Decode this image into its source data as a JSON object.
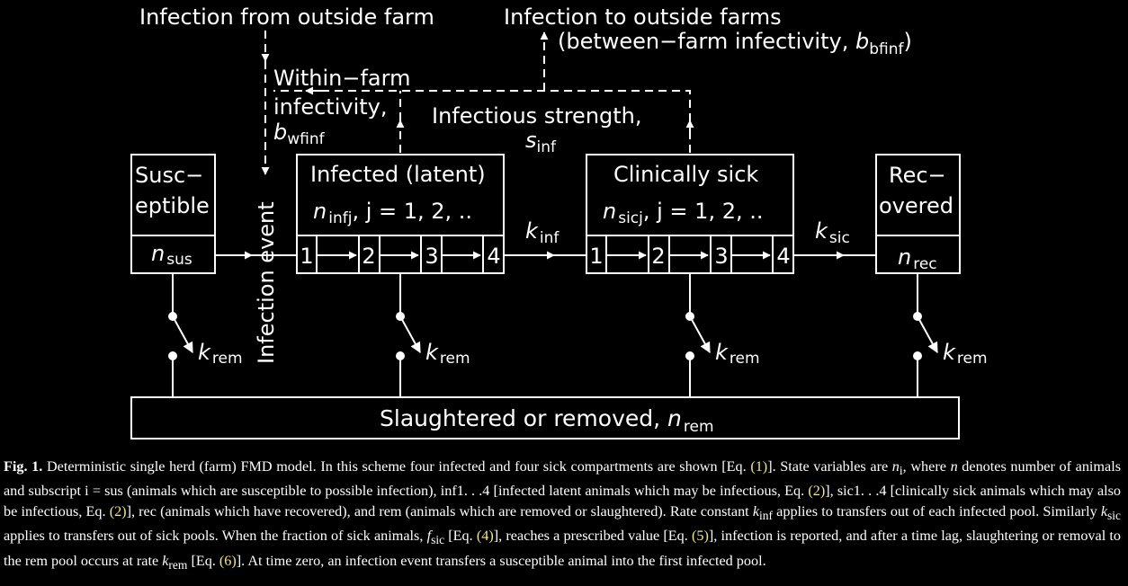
{
  "diagram": {
    "infection_from_outside": "Infection from outside farm",
    "infection_to_outside": "Infection to outside farms",
    "between_farm_prefix": "(between−farm infectivity, ",
    "between_farm_b": "b",
    "between_farm_sub": "bfinf",
    "between_farm_suffix": ")",
    "within_farm_line1": "Within−farm",
    "within_farm_line2": "infectivity,",
    "within_farm_b": "b",
    "within_farm_sub": "wfinf",
    "infectious_strength": "Infectious strength,",
    "s_inf_main": "s",
    "s_inf_sub": "inf",
    "susceptible": {
      "line1": "Susc−",
      "line2": "eptible",
      "var": "n",
      "var_sub": "sus"
    },
    "infected": {
      "title": "Infected (latent)",
      "var": "n",
      "var_sub": "infj",
      "index_text": ", j = 1, 2, ..",
      "cells": [
        "1",
        "2",
        "3",
        "4"
      ]
    },
    "sick": {
      "title": "Clinically sick",
      "var": "n",
      "var_sub": "sicj",
      "index_text": ", j = 1, 2, ..",
      "cells": [
        "1",
        "2",
        "3",
        "4"
      ]
    },
    "recovered": {
      "line1": "Rec−",
      "line2": "overed",
      "var": "n",
      "var_sub": "rec"
    },
    "infection_event": "Infection event",
    "k_inf": {
      "main": "k",
      "sub": "inf"
    },
    "k_sic": {
      "main": "k",
      "sub": "sic"
    },
    "k_rem": {
      "main": "k",
      "sub": "rem"
    },
    "slaughtered": {
      "text": "Slaughtered or removed, ",
      "var": "n",
      "var_sub": "rem"
    }
  },
  "caption": {
    "label": "Fig. 1.",
    "p1": " Deterministic single herd (farm) FMD model. In this scheme four infected and four sick compartments are shown [Eq. ",
    "eq1": "(1)",
    "p2": "]. State variables are ",
    "ni": "n",
    "ni_sub": "i",
    "p3": ", where ",
    "n": "n",
    "p4": " denotes number of animals and subscript i = sus (animals which are susceptible to possible infection), inf1. . .4 [infected latent animals which may be infectious, Eq. ",
    "eq2a": "(2)",
    "p5": "], sic1. . .4 [clinically sick animals which may also be infectious, Eq. ",
    "eq2b": "(2)",
    "p6": "], rec (animals which have recovered), and rem (animals which are removed or slaughtered). Rate constant ",
    "kinf": "k",
    "kinf_sub": "inf",
    "p7": " applies to transfers out of each infected pool. Similarly ",
    "ksic": "k",
    "ksic_sub": "sic",
    "p8": " applies to transfers out of sick pools. When the fraction of sick animals, ",
    "fsic": "f",
    "fsic_sub": "sic",
    "p9": " [Eq. ",
    "eq4": "(4)",
    "p10": "], reaches a prescribed value [Eq. ",
    "eq5": "(5)",
    "p11": "], infection is reported, and after a time lag, slaughtering or removal to the rem pool occurs at rate ",
    "krem": "k",
    "krem_sub": "rem",
    "p12": " [Eq. ",
    "eq6": "(6)",
    "p13": "]. At time zero, an infection event transfers a susceptible animal into the first infected pool."
  }
}
